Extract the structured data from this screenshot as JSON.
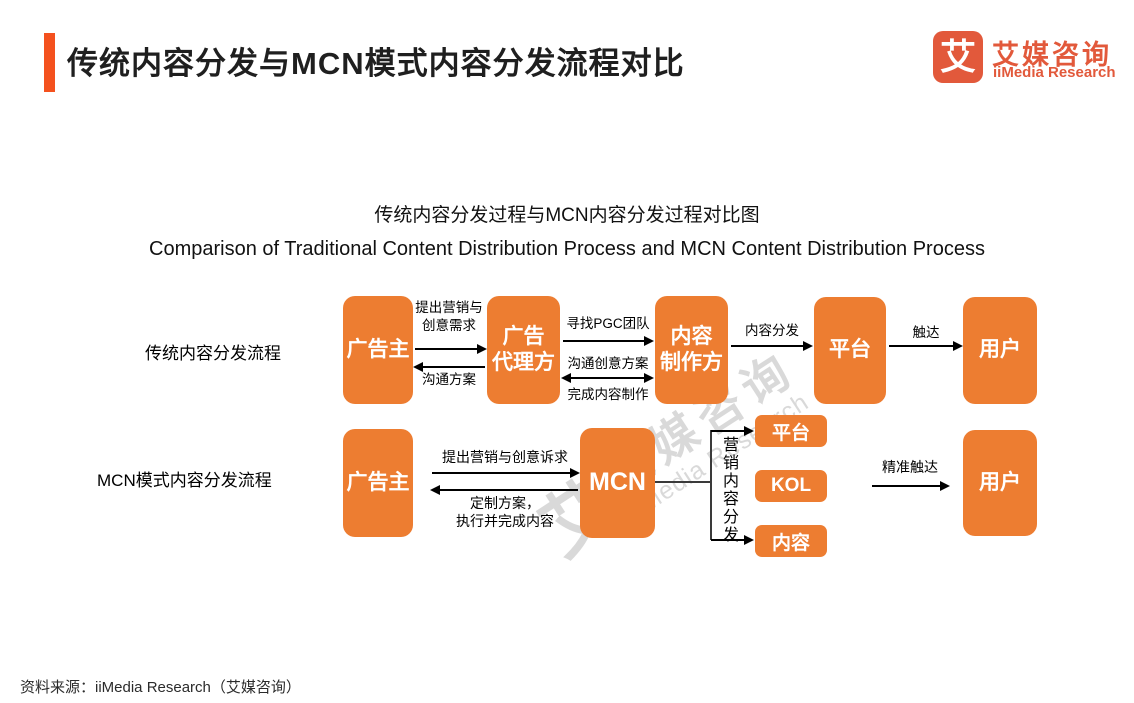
{
  "colors": {
    "accent": "#f4511e",
    "node_orange": "#ed7d31",
    "logo_orange": "#e2593b",
    "watermark_gray": "#b5b5b5"
  },
  "header": {
    "title": "传统内容分发与MCN模式内容分发流程对比",
    "logo_mark": "艾",
    "logo_cn": "艾媒咨询",
    "logo_en": "iiMedia Research"
  },
  "subtitle": {
    "cn": "传统内容分发过程与MCN内容分发过程对比图",
    "en": "Comparison of Traditional Content Distribution Process and MCN Content Distribution Process"
  },
  "watermark": {
    "mark": "艾",
    "cn": "艾媒咨询",
    "en": "iiMedia Research"
  },
  "traditional": {
    "label": "传统内容分发流程",
    "nodes": {
      "advertiser": "广告主",
      "agency": "广告\n代理方",
      "producer": "内容\n制作方",
      "platform": "平台",
      "user": "用户"
    },
    "edges": {
      "request": "提出营销与\n创意需求",
      "plan": "沟通方案",
      "find_pgc": "寻找PGC团队",
      "discuss": "沟通创意方案",
      "complete": "完成内容制作",
      "distribute": "内容分发",
      "reach": "触达"
    }
  },
  "mcn": {
    "label": "MCN模式内容分发流程",
    "nodes": {
      "advertiser": "广告主",
      "mcn": "MCN",
      "platform": "平台",
      "kol": "KOL",
      "content": "内容",
      "user": "用户"
    },
    "edges": {
      "request": "提出营销与创意诉求",
      "custom": "定制方案，\n执行并完成内容",
      "branch": "营销内容分发",
      "reach": "精准触达"
    }
  },
  "source": "资料来源：iiMedia Research（艾媒咨询）"
}
